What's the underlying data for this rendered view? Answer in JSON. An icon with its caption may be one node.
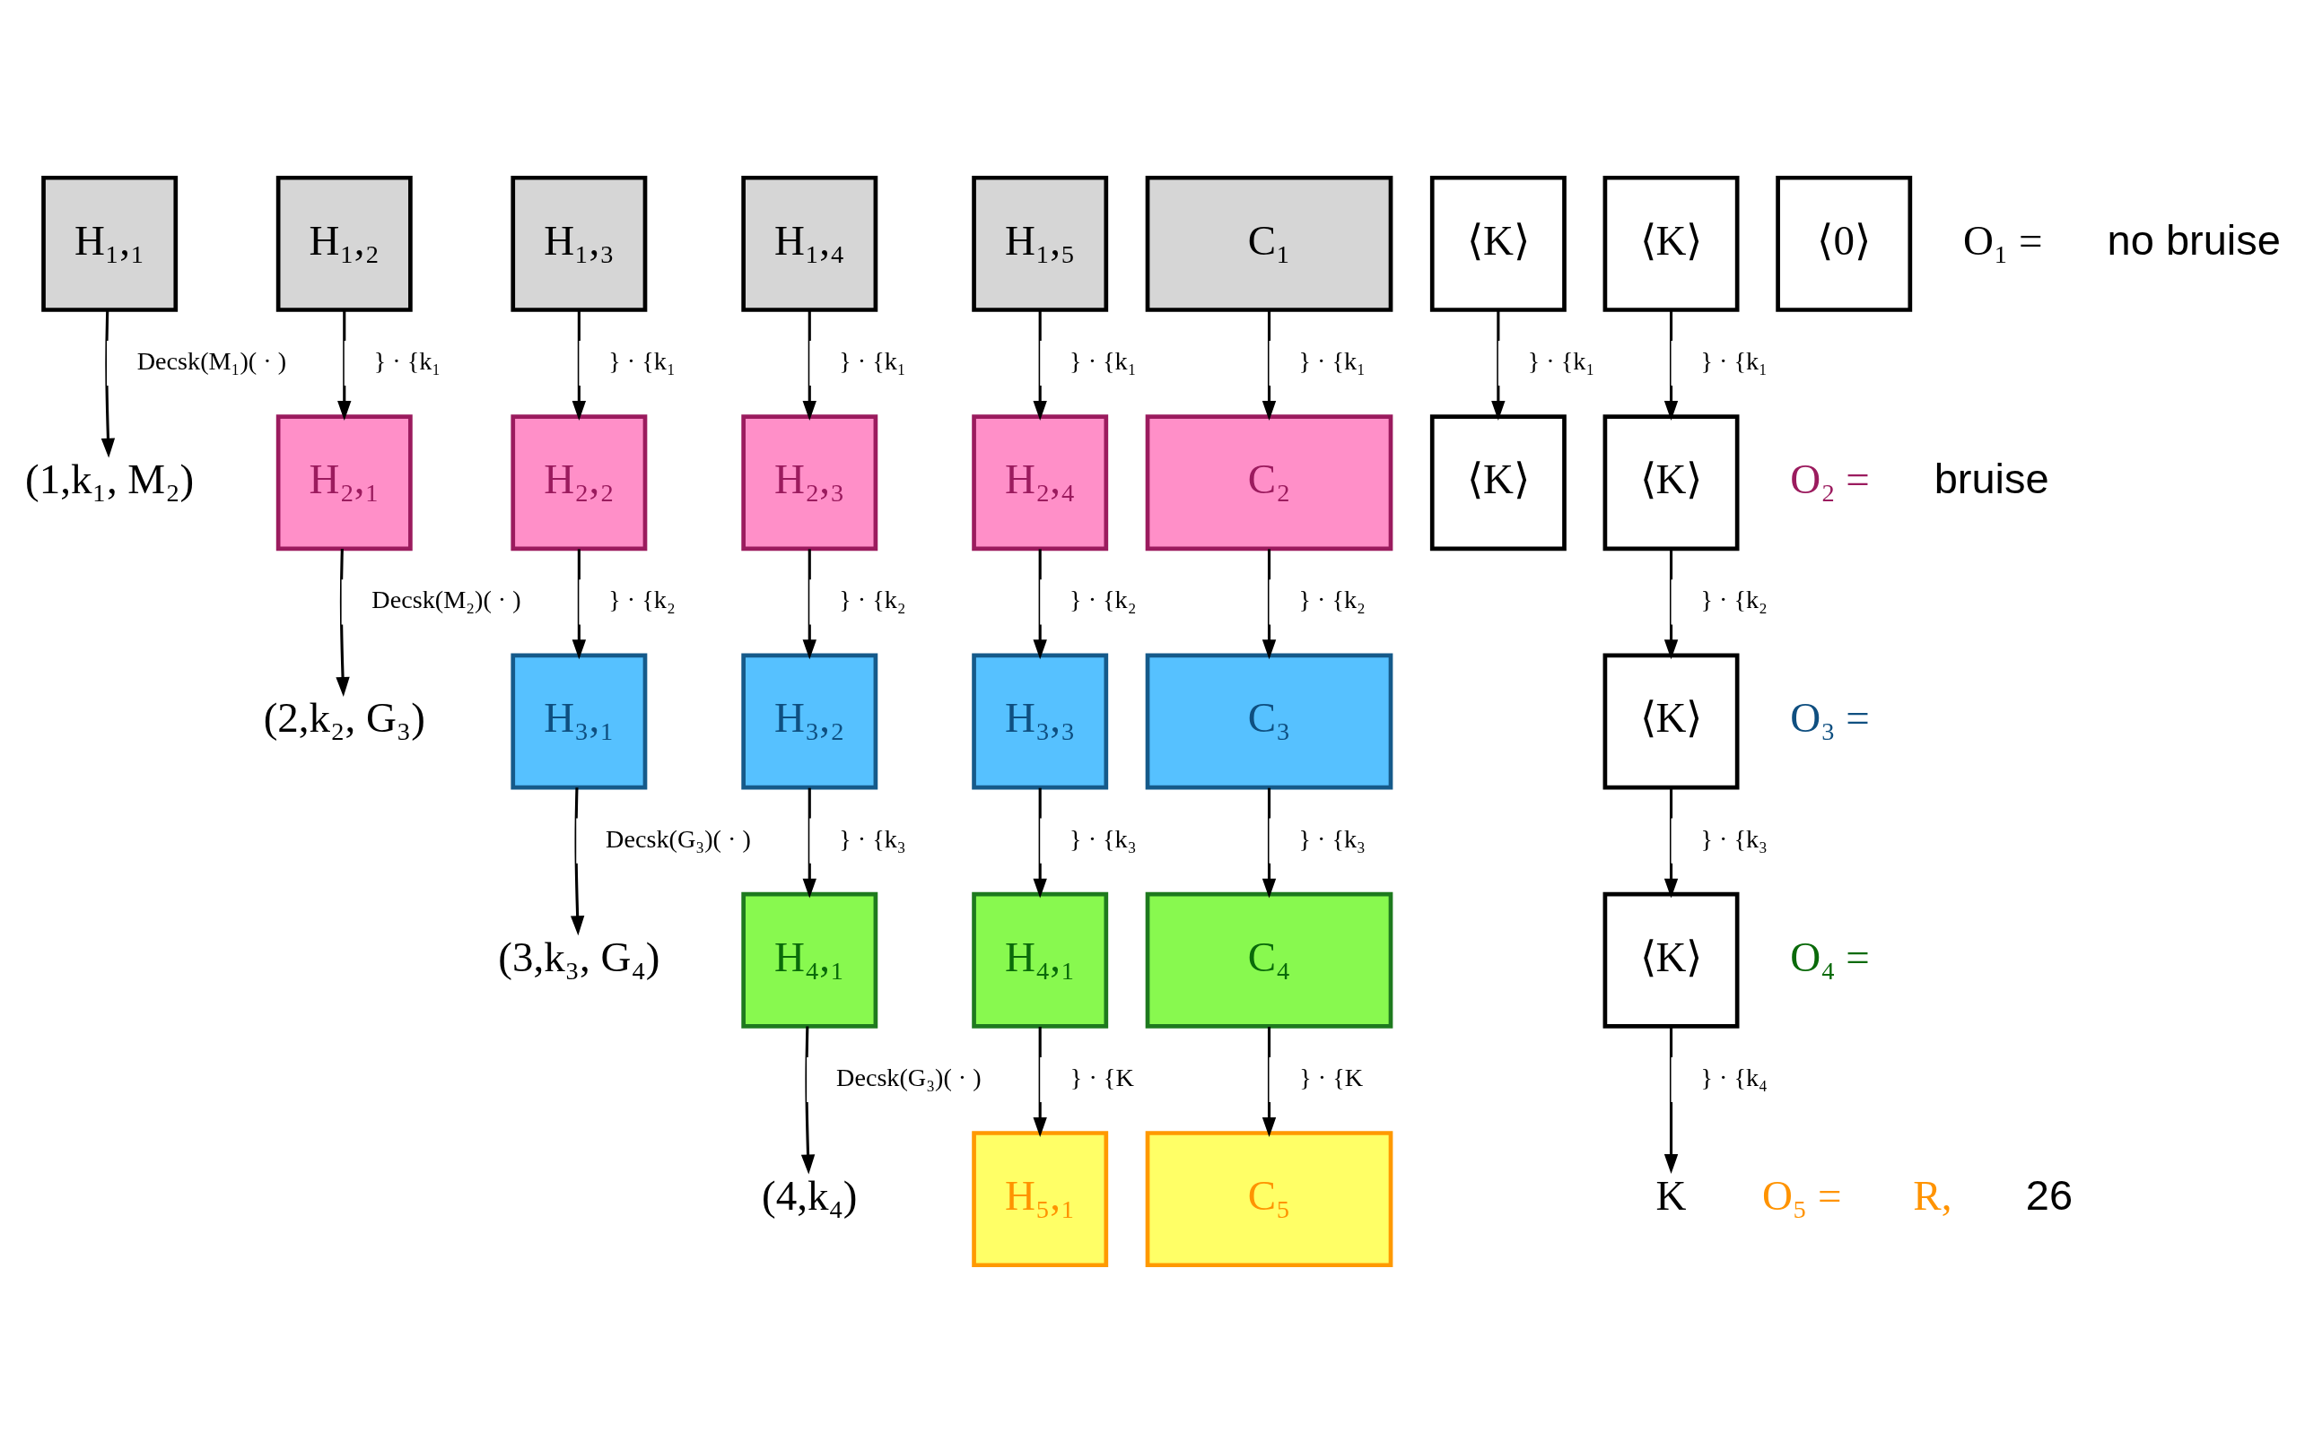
{
  "diagram": {
    "nodes": [
      {
        "text": [
          "H₁,₁"
        ]
      },
      {
        "text": [
          "H₁,₂"
        ]
      },
      {
        "text": [
          "H₁,₃"
        ]
      },
      {
        "text": [
          "H₁,₄"
        ]
      },
      {
        "text": [
          "H₁,₅"
        ]
      },
      {
        "text": [
          "C₁"
        ]
      },
      {
        "text": [
          "⟨K⟩"
        ]
      },
      {
        "text": [
          "⟨K⟩"
        ]
      },
      {
        "text": [
          "⟨0⟩"
        ]
      },
      {
        "text": [
          "(1,k₁, M₂)"
        ]
      },
      {
        "text": [
          "H₂,₁"
        ]
      },
      {
        "text": [
          "H₂,₂"
        ]
      },
      {
        "text": [
          "H₂,₃"
        ]
      },
      {
        "text": [
          "H₂,₄"
        ]
      },
      {
        "text": [
          "C₂"
        ]
      },
      {
        "text": [
          "⟨K⟩"
        ]
      },
      {
        "text": [
          "⟨K⟩"
        ]
      },
      {
        "text": [
          "(2,k₂, G₃)"
        ]
      },
      {
        "text": [
          "H₃,₁"
        ]
      },
      {
        "text": [
          "H₃,₂"
        ]
      },
      {
        "text": [
          "H₃,₃"
        ]
      },
      {
        "text": [
          "C₃"
        ]
      },
      {
        "text": [
          "⟨K⟩"
        ]
      },
      {
        "text": [
          "(3,k₃, G₄)"
        ]
      },
      {
        "text": [
          "H₄,₁"
        ]
      },
      {
        "text": [
          "H₄,₁"
        ]
      },
      {
        "text": [
          "C₄"
        ]
      },
      {
        "text": [
          "⟨K⟩"
        ]
      },
      {
        "text": [
          "(4,k₄)"
        ]
      },
      {
        "text": [
          "H₅,₁"
        ]
      },
      {
        "text": [
          "C₅"
        ]
      },
      {
        "text": [
          "K"
        ]
      }
    ],
    "edges": [
      {
        "from": 0,
        "to": 9,
        "arrow": "to",
        "label": "Decsk(M₁)( · )"
      },
      {
        "from": 1,
        "to": 10,
        "arrow": "to",
        "label": "} · {k₁"
      },
      {
        "from": 2,
        "to": 11,
        "arrow": "to",
        "label": "} · {k₁"
      },
      {
        "from": 3,
        "to": 12,
        "arrow": "to",
        "label": "} · {k₁"
      },
      {
        "from": 4,
        "to": 13,
        "arrow": "to",
        "label": "} · {k₁"
      },
      {
        "from": 5,
        "to": 14,
        "arrow": "to",
        "label": "} · {k₁"
      },
      {
        "from": 6,
        "to": 15,
        "arrow": "to",
        "label": "} · {k₁"
      },
      {
        "from": 7,
        "to": 16,
        "arrow": "to",
        "label": "} · {k₁"
      },
      {
        "from": 10,
        "to": 17,
        "arrow": "to",
        "label": "Decsk(M₂)( · )"
      },
      {
        "from": 11,
        "to": 18,
        "arrow": "to",
        "label": "} · {k₂"
      },
      {
        "from": 12,
        "to": 19,
        "arrow": "to",
        "label": "} · {k₂"
      },
      {
        "from": 13,
        "to": 20,
        "arrow": "to",
        "label": "} · {k₂"
      },
      {
        "from": 14,
        "to": 21,
        "arrow": "to",
        "label": "} · {k₂"
      },
      {
        "from": 16,
        "to": 22,
        "arrow": "to",
        "label": "} · {k₂"
      },
      {
        "from": 18,
        "to": 23,
        "arrow": "to",
        "label": "Decsk(G₃)( · )"
      },
      {
        "from": 19,
        "to": 24,
        "arrow": "to",
        "label": "} · {k₃"
      },
      {
        "from": 20,
        "to": 25,
        "arrow": "to",
        "label": "} · {k₃"
      },
      {
        "from": 21,
        "to": 26,
        "arrow": "to",
        "label": "} · {k₃"
      },
      {
        "from": 22,
        "to": 27,
        "arrow": "to",
        "label": "} · {k₃"
      },
      {
        "from": 24,
        "to": 28,
        "arrow": "to",
        "label": "Decsk(G₃)( · )"
      },
      {
        "from": 25,
        "to": 29,
        "arrow": "to",
        "label": "} · {K"
      },
      {
        "from": 26,
        "to": 30,
        "arrow": "to",
        "label": "} · {K"
      },
      {
        "from": 27,
        "to": 31,
        "arrow": "to",
        "label": "} · {k₄"
      }
    ],
    "labels": [
      "O₁ =",
      "no bruise",
      "O₂ =",
      "bruise",
      "O₃ =",
      "O₄ =",
      "O₅ =",
      "R,",
      "26"
    ]
  }
}
